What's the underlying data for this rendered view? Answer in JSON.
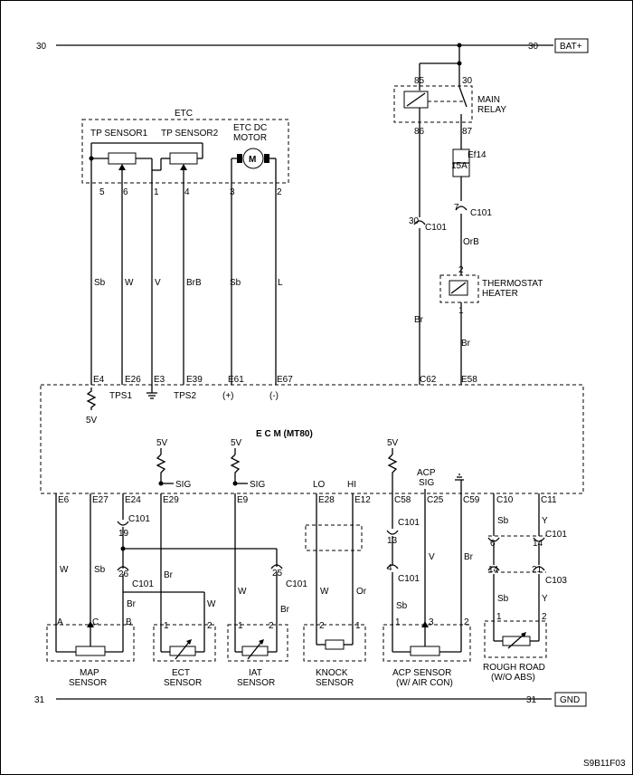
{
  "rails": {
    "top_left_num": "30",
    "top_right_num": "30",
    "top_label": "BAT+",
    "bot_left_num": "31",
    "bot_right_num": "31",
    "bot_label": "GND"
  },
  "etc": {
    "title": "ETC",
    "tp1": "TP SENSOR1",
    "tp2": "TP SENSOR2",
    "motor_l1": "ETC DC",
    "motor_l2": "MOTOR",
    "motor_m": "M",
    "pins": [
      "5",
      "6",
      "1",
      "4",
      "3",
      "2"
    ],
    "wires": [
      "Sb",
      "W",
      "V",
      "BrB",
      "Sb",
      "L"
    ]
  },
  "relay": {
    "p85": "85",
    "p30": "30",
    "p86": "86",
    "p87": "87",
    "label1": "MAIN",
    "label2": "RELAY"
  },
  "fuse": {
    "name": "Ef14",
    "rating": "15A"
  },
  "c101_top": {
    "left_pin": "30",
    "left_conn": "C101",
    "right_pin": "7",
    "right_conn": "C101",
    "right_wire": "OrB"
  },
  "thermo": {
    "label1": "THERMOSTAT",
    "label2": "HEATER",
    "p2": "2",
    "p1": "1",
    "wire_left": "Br",
    "wire_right": "Br"
  },
  "ecm": {
    "title": "E  C  M (MT80)",
    "top_pins": [
      "E4",
      "E26",
      "E3",
      "E39",
      "E61",
      "E67",
      "C62",
      "E58"
    ],
    "top_signals": [
      "5V",
      "TPS1",
      "TPS2",
      "(+)",
      "(-)"
    ],
    "bottom_pins": [
      "E6",
      "E27",
      "E24",
      "E29",
      "E9",
      "E28",
      "E12",
      "C58",
      "C25",
      "C59",
      "C10",
      "C11"
    ],
    "sig": "SIG",
    "v5": "5V",
    "lo": "LO",
    "hi": "HI",
    "acp_sig1": "ACP",
    "acp_sig2": "SIG"
  },
  "map": {
    "w1": "W",
    "w2": "Sb",
    "w3": "Br",
    "pins": [
      "A",
      "C",
      "B"
    ],
    "l1": "MAP",
    "l2": "SENSOR",
    "c19": "19",
    "c26": "26",
    "c101a": "C101",
    "c101b": "C101"
  },
  "ect": {
    "w1": "Br",
    "w2": "W",
    "pins": [
      "1",
      "2"
    ],
    "l1": "ECT",
    "l2": "SENSOR"
  },
  "iat": {
    "w1": "W",
    "w2": "Br",
    "pins": [
      "1",
      "2"
    ],
    "l1": "IAT",
    "l2": "SENSOR",
    "c25": "25",
    "c101": "C101"
  },
  "knock": {
    "w1": "W",
    "w2": "Or",
    "pins": [
      "2",
      "1"
    ],
    "l1": "KNOCK",
    "l2": "SENSOR"
  },
  "acp": {
    "w1": "Sb",
    "w2": "V",
    "w3": "Br",
    "pins": [
      "1",
      "3",
      "2"
    ],
    "c13": "13",
    "c4": "4",
    "c101a": "C101",
    "c101b": "C101",
    "l1": "ACP SENSOR",
    "l2": "(W/ AIR CON)"
  },
  "rough": {
    "w1": "Sb",
    "w2": "Y",
    "w3": "Sb",
    "w4": "Y",
    "c6": "6",
    "c14": "14",
    "c14b": "14",
    "c21": "21",
    "c101": "C101",
    "c103": "C103",
    "pins": [
      "1",
      "2"
    ],
    "l1": "ROUGH ROAD",
    "l2": "(W/O ABS)"
  },
  "fig_code": "S9B11F03"
}
